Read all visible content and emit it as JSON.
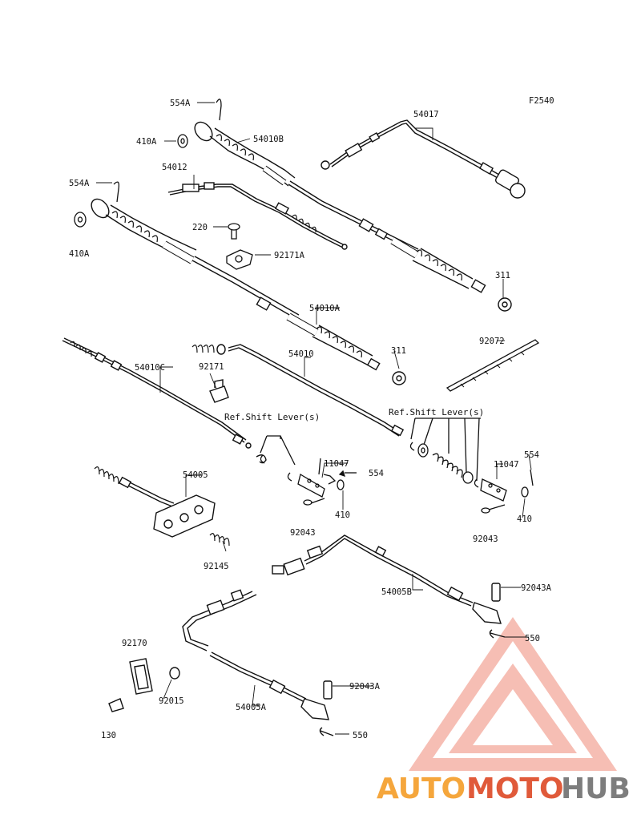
{
  "figure_code": "F2540",
  "parts": {
    "p554A_a": "554A",
    "p410A_a": "410A",
    "p54010B": "54010B",
    "p54017": "54017",
    "p54012": "54012",
    "p554A_b": "554A",
    "p410A_b": "410A",
    "p220": "220",
    "p92171A": "92171A",
    "p311_a": "311",
    "p54010A": "54010A",
    "p92072": "92072",
    "p311_b": "311",
    "p54010C": "54010C",
    "p54010": "54010",
    "p92171": "92171",
    "p11047_a": "11047",
    "p554_a": "554",
    "p410_a": "410",
    "p11047_b": "11047",
    "p554_b": "554",
    "p410_b": "410",
    "p54005": "54005",
    "p92043_a": "92043",
    "p92043_b": "92043",
    "p92145": "92145",
    "p54005B": "54005B",
    "p92043A_a": "92043A",
    "p550_a": "550",
    "p92170": "92170",
    "p92015": "92015",
    "p54005A": "54005A",
    "p92043A_b": "92043A",
    "p550_b": "550",
    "p130": "130"
  },
  "references": {
    "ref_left": "Ref.Shift Lever(s)",
    "ref_right": "Ref.Shift Lever(s)"
  },
  "watermark": {
    "part1": "AUTO",
    "part2": "MOTO",
    "part3": "HUB",
    "color_orange": "#f5a63c",
    "color_red": "#e05a3a",
    "color_gray": "#7d7d7d"
  }
}
